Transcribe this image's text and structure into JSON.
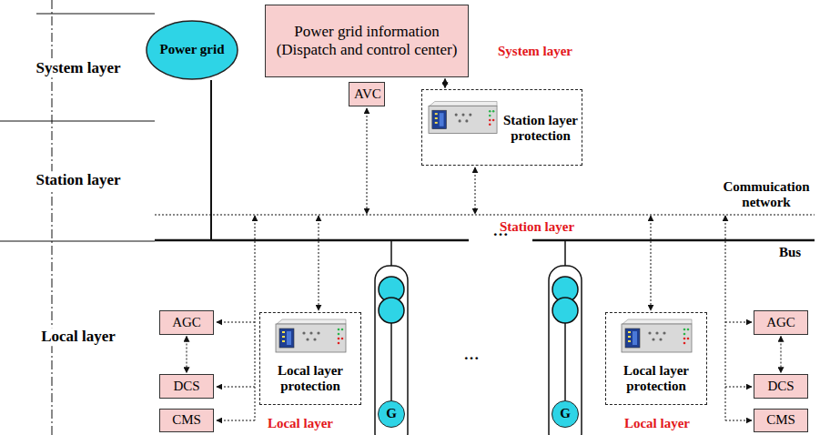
{
  "diagram": {
    "nodes": [
      {
        "text": [
          "Power grid"
        ]
      },
      {
        "text": [
          "Power grid information (Dispatch and control center)"
        ]
      },
      {
        "text": [
          "AVC"
        ]
      },
      {
        "text": [
          "Station layer protection"
        ]
      },
      {
        "text": [
          "AGC"
        ]
      },
      {
        "text": [
          "DCS"
        ]
      },
      {
        "text": [
          "CMS"
        ]
      },
      {
        "text": [
          "Local layer protection"
        ]
      },
      {
        "text": [
          "G"
        ]
      },
      {
        "text": [
          "G"
        ]
      },
      {
        "text": [
          "Local layer protection"
        ]
      },
      {
        "text": [
          "AGC"
        ]
      },
      {
        "text": [
          "DCS"
        ]
      },
      {
        "text": [
          "CMS"
        ]
      }
    ],
    "edges": [
      {
        "from": 1,
        "to": 3,
        "arrow": "both"
      },
      {
        "from": 4,
        "to": 5,
        "arrow": "both"
      },
      {
        "from": 11,
        "to": 12,
        "arrow": "both"
      }
    ],
    "labels": [
      "System layer",
      "Station layer",
      "Local layer",
      "System layer",
      "Station layer",
      "Commuication network",
      "Bus",
      "Local layer",
      "Local layer",
      "…",
      "…"
    ]
  }
}
